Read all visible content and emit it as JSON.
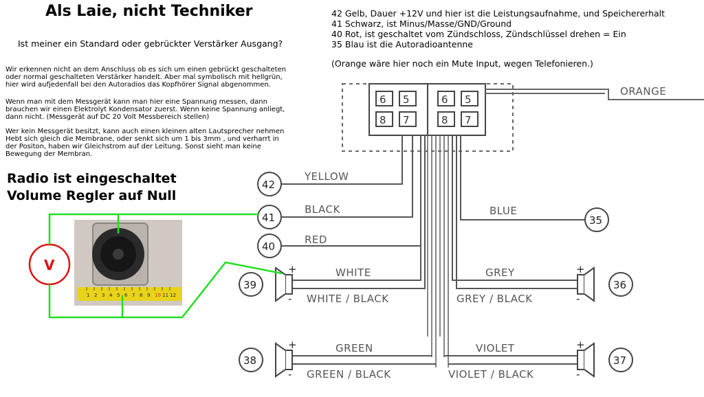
{
  "header": {
    "title": "Als Laie, nicht Techniker",
    "subtitle": "Ist meiner ein Standard oder gebrückter Verstärker Ausgang?"
  },
  "paragraphs": [
    [
      "Wir erkennen nicht an dem Anschluss ob es sich um einen gebrückt geschalteten",
      "oder normal geschalteten Verstärker handelt. Aber mal symbolisch mit hellgrün,",
      "hier wird aufjedenfall bei den Autoradios das Kopfhörer Signal abgenommen."
    ],
    [
      "Wenn man mit dem Messgerät kann man hier eine Spannung messen, dann",
      "brauchen wir einen Elektrolyt Kondensator zuerst. Wenn keine Spannung anliegt,",
      "dann nicht. (Messgerät auf DC 20 Volt Messbereich stellen)"
    ],
    [
      "Wer kein Messgerät besitzt, kann auch einen kleinen alten Lautsprecher nehmen",
      "Hebt sich gleich die Membrane, oder senkt sich um 1 bis 3mm , und verharrt in",
      "der Positon, haben wir Gleichstrom auf der Leitung. Sonst sieht man keine",
      "Bewegung der Membran."
    ]
  ],
  "radio_note": {
    "line1": "Radio ist eingeschaltet",
    "line2": "Volume Regler auf Null"
  },
  "legend": [
    "42 Gelb, Dauer +12V und hier ist die Leistungsaufnahme, und Speichererhalt",
    "41 Schwarz, ist Minus/Masse/GND/Ground",
    "40 Rot, ist geschaltet vom Zündschloss, Zündschlüssel drehen = Ein",
    "35 Blau ist die Autoradioantenne",
    "(Orange wäre hier noch ein Mute Input, wegen Telefonieren.)"
  ],
  "meter": {
    "label": "V"
  },
  "connector": {
    "pins": [
      "6",
      "5",
      "8",
      "7",
      "6",
      "5",
      "8",
      "7"
    ]
  },
  "wires": {
    "orange": "ORANGE",
    "yellow": "YELLOW",
    "black": "BLACK",
    "red": "RED",
    "blue": "BLUE",
    "white": "WHITE",
    "white_black": "WHITE / BLACK",
    "grey": "GREY",
    "grey_black": "GREY / BLACK",
    "green": "GREEN",
    "green_black": "GREEN / BLACK",
    "violet": "VIOLET",
    "violet_black": "VIOLET / BLACK"
  },
  "pins": {
    "p42": "42",
    "p41": "41",
    "p40": "40",
    "p35": "35",
    "p39": "39",
    "p36": "36",
    "p38": "38",
    "p37": "37"
  },
  "polarity": {
    "plus": "+",
    "minus": "-"
  },
  "ruler_numbers": [
    "1",
    "2",
    "3",
    "4",
    "5",
    "6",
    "7",
    "8",
    "9",
    "10",
    "11",
    "12"
  ],
  "colors": {
    "probe_green": "#22dd22",
    "meter_red": "#dd1111",
    "ruler_yellow": "#e8d31a"
  }
}
